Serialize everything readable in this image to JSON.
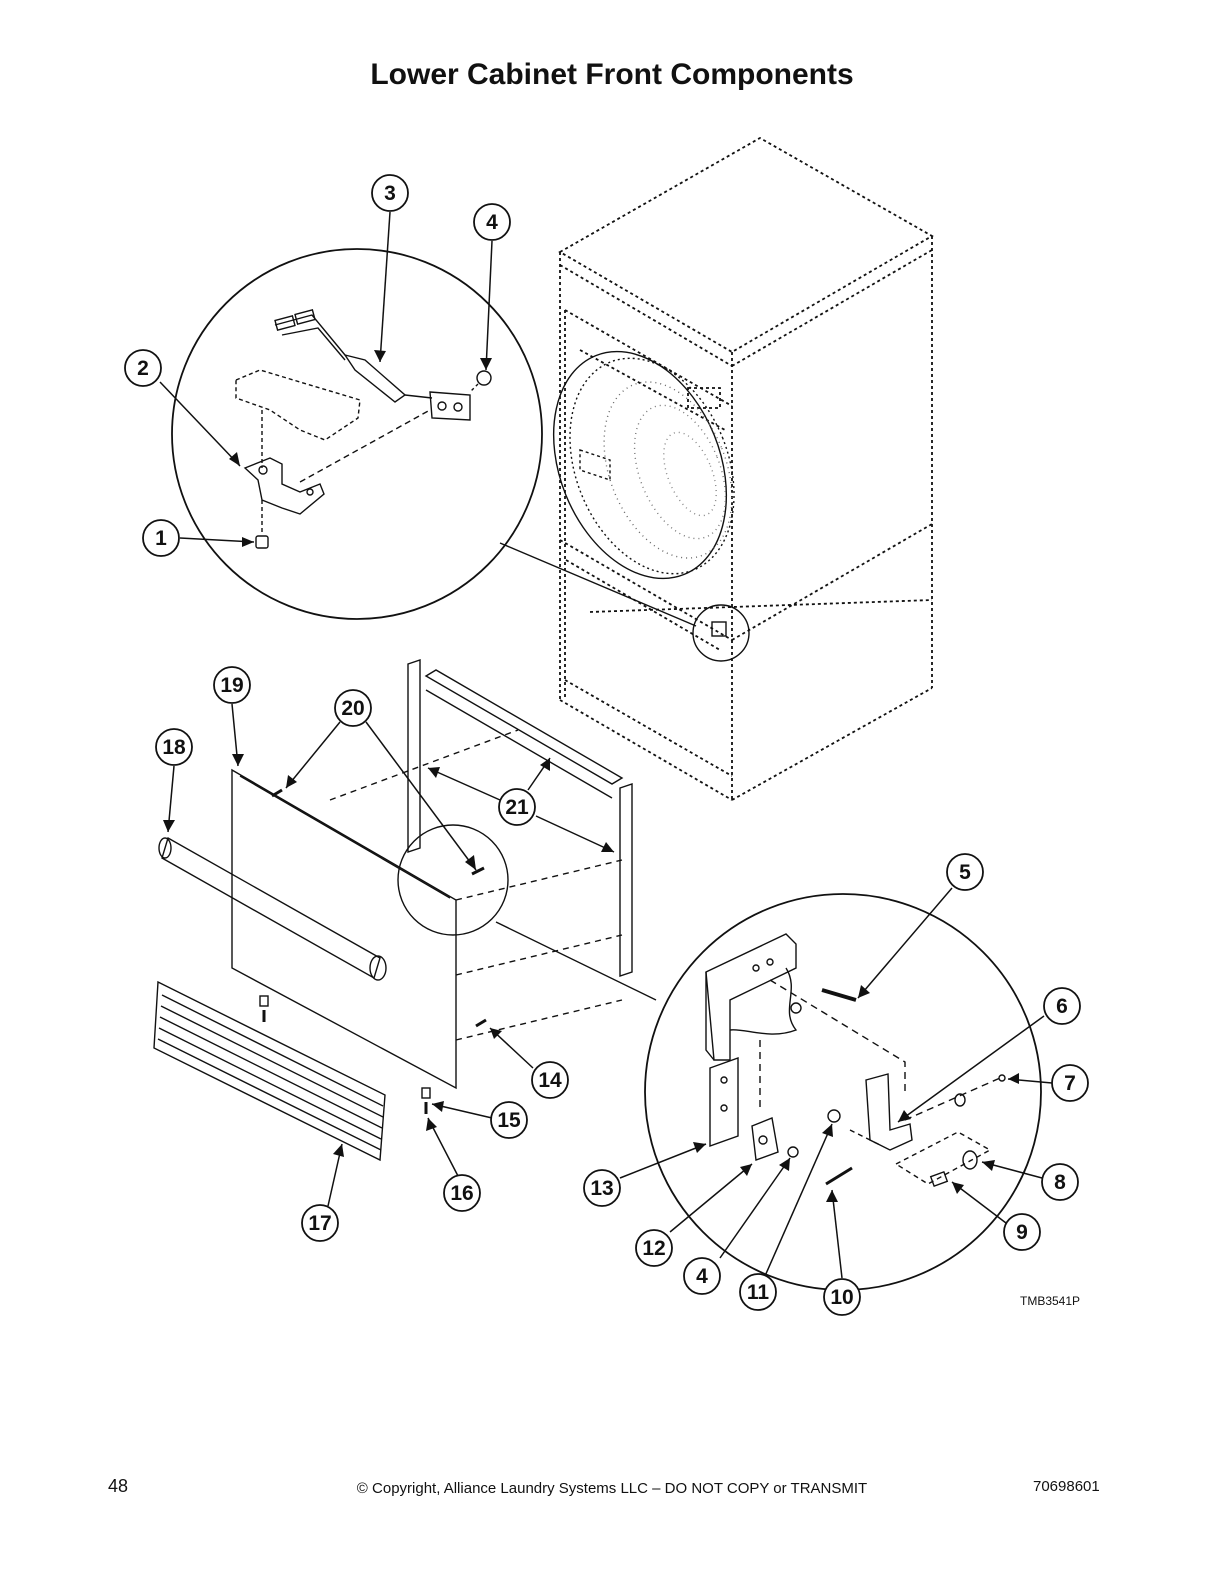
{
  "page": {
    "title": "Lower Cabinet Front Components",
    "figure_code": "TMB3541P",
    "page_number": "48",
    "copyright": "© Copyright, Alliance Laundry Systems LLC – DO NOT COPY or TRANSMIT",
    "document_number": "70698601"
  },
  "callouts": [
    "3",
    "4",
    "2",
    "1",
    "19",
    "20",
    "18",
    "21",
    "5",
    "6",
    "7",
    "8",
    "9",
    "14",
    "15",
    "16",
    "17",
    "13",
    "12",
    "4",
    "11",
    "10"
  ]
}
